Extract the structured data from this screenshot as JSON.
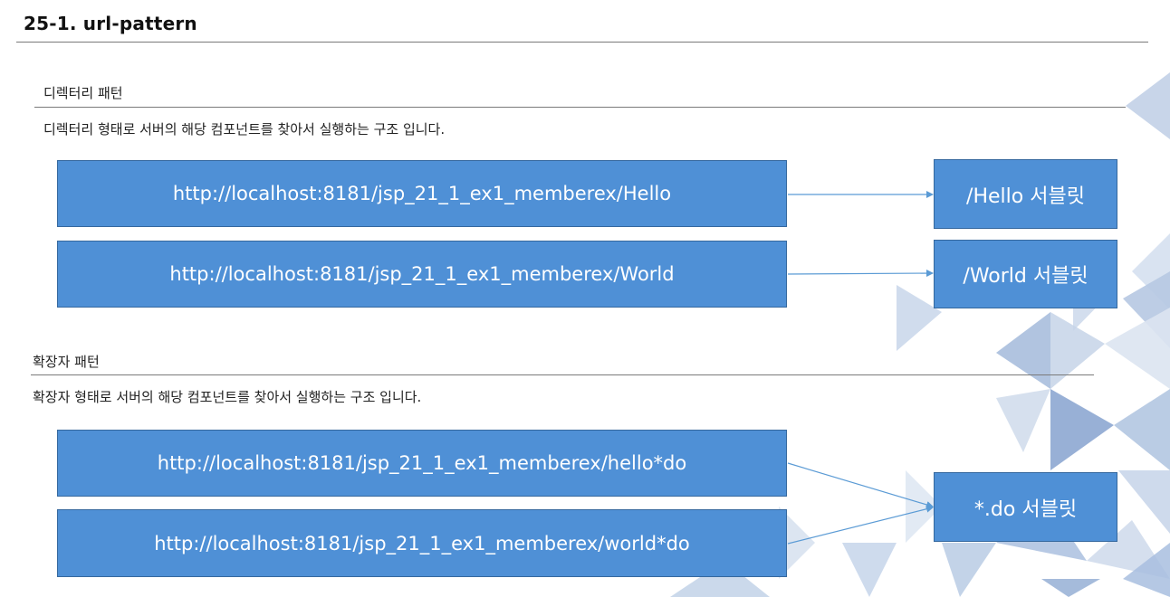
{
  "title": "25-1. url-pattern",
  "directory_section": {
    "label": "디렉터리 패턴",
    "description": "디렉터리 형태로 서버의 해당 컴포넌트를 찾아서 실행하는 구조 입니다.",
    "urls": [
      "http://localhost:8181/jsp_21_1_ex1_memberex/Hello",
      "http://localhost:8181/jsp_21_1_ex1_memberex/World"
    ],
    "servlets": [
      "/Hello 서블릿",
      "/World 서블릿"
    ]
  },
  "extension_section": {
    "label": "확장자 패턴",
    "description": "확장자 형태로 서버의 해당 컴포넌트를 찾아서 실행하는 구조 입니다.",
    "urls": [
      "http://localhost:8181/jsp_21_1_ex1_memberex/hello*do",
      "http://localhost:8181/jsp_21_1_ex1_memberex/world*do"
    ],
    "servlet": "*.do 서블릿"
  },
  "colors": {
    "box_fill": "#4f90d6",
    "box_border": "#35689e",
    "arrow": "#5b9bd5",
    "decoration": "#8faad0"
  }
}
